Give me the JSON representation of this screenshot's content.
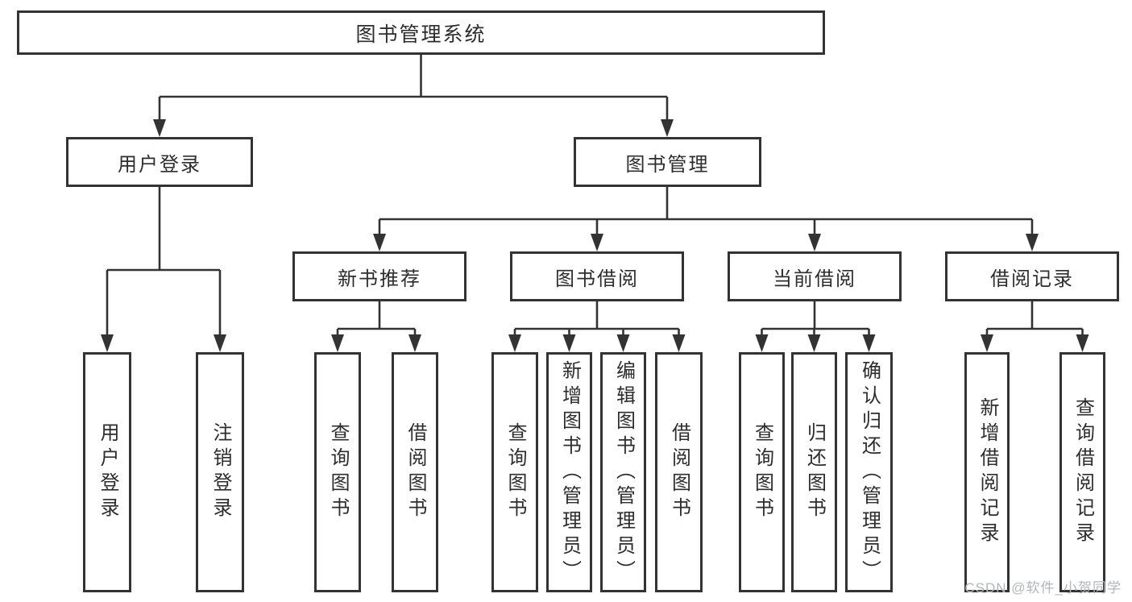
{
  "diagram_title": "图书管理系统",
  "tree": {
    "label": "图书管理系统",
    "children": [
      {
        "label": "用户登录",
        "children": [
          {
            "label": "用户登录"
          },
          {
            "label": "注销登录"
          }
        ]
      },
      {
        "label": "图书管理",
        "children": [
          {
            "label": "新书推荐",
            "children": [
              {
                "label": "查询图书"
              },
              {
                "label": "借阅图书"
              }
            ]
          },
          {
            "label": "图书借阅",
            "children": [
              {
                "label": "查询图书"
              },
              {
                "label": "新增图书（管理员）"
              },
              {
                "label": "编辑图书（管理员）"
              },
              {
                "label": "借阅图书"
              }
            ]
          },
          {
            "label": "当前借阅",
            "children": [
              {
                "label": "查询图书"
              },
              {
                "label": "归还图书"
              },
              {
                "label": "确认归还（管理员）"
              }
            ]
          },
          {
            "label": "借阅记录",
            "children": [
              {
                "label": "新增借阅记录"
              },
              {
                "label": "查询借阅记录"
              }
            ]
          }
        ]
      }
    ]
  },
  "watermark": {
    "text": "CSDN @软件_小贺同学"
  },
  "colors": {
    "line": "#333333",
    "box_border": "#333333",
    "text": "#2d2d2d",
    "watermark": "#b2b5ba",
    "background": "#ffffff"
  }
}
